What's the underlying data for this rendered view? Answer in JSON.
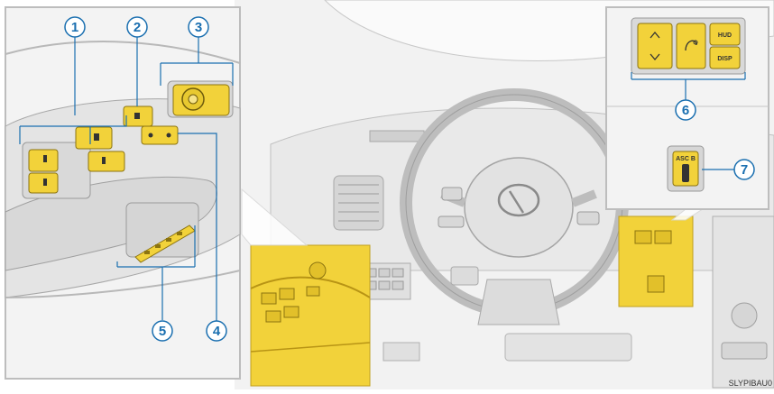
{
  "callouts": [
    {
      "id": "1",
      "label": "1"
    },
    {
      "id": "2",
      "label": "2"
    },
    {
      "id": "3",
      "label": "3"
    },
    {
      "id": "4",
      "label": "4"
    },
    {
      "id": "5",
      "label": "5"
    },
    {
      "id": "6",
      "label": "6"
    },
    {
      "id": "7",
      "label": "7"
    }
  ],
  "buttons": {
    "hud": "HUD",
    "disp": "DISP",
    "asc": "ASC B"
  },
  "image_code": "SLYPIBAU0",
  "colors": {
    "highlight": "#f2d23a",
    "callout": "#1a6fb0",
    "line": "#8a8a8a"
  }
}
